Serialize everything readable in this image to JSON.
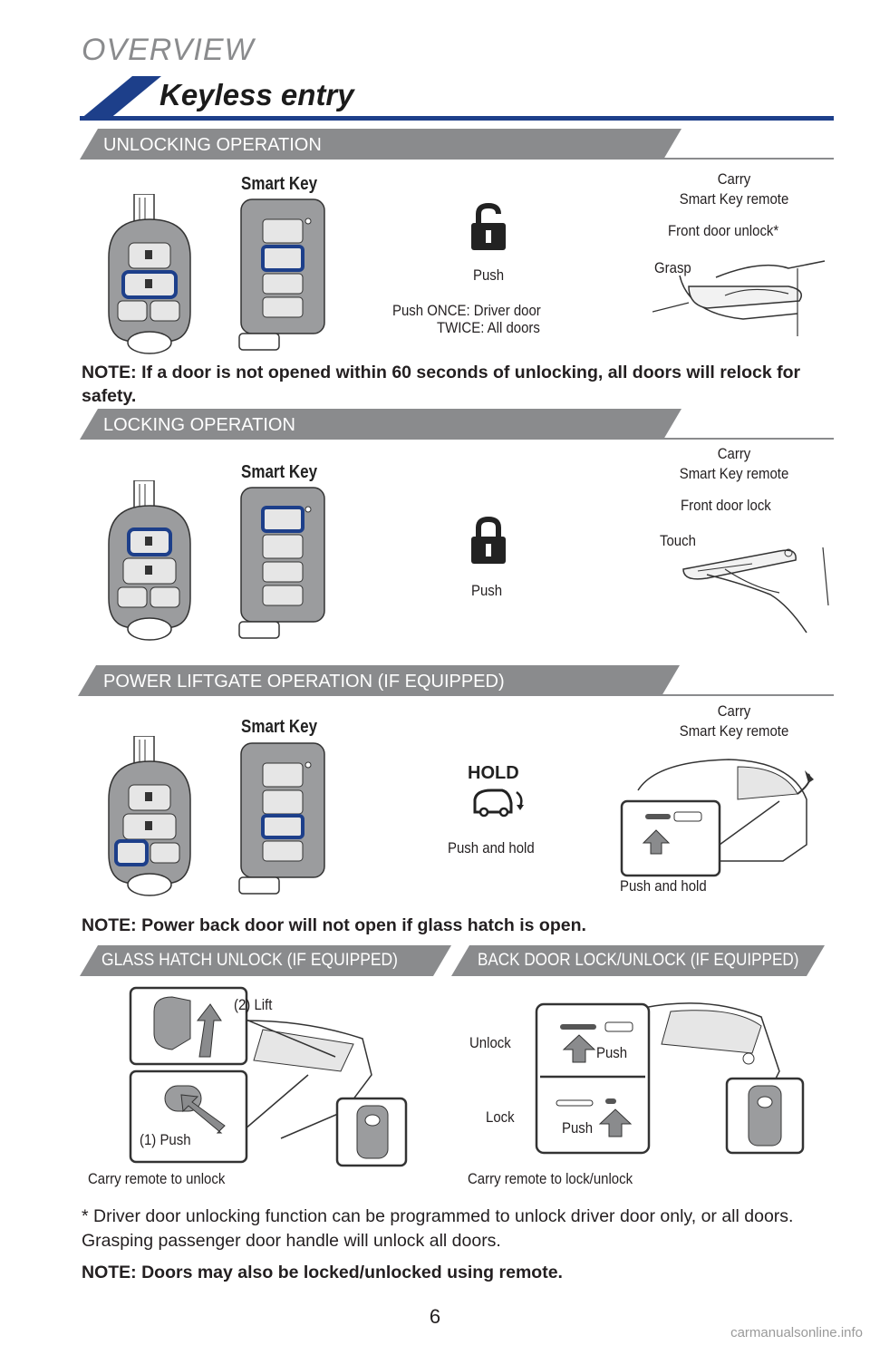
{
  "header": {
    "overview": "OVERVIEW",
    "title": "Keyless entry"
  },
  "sections": {
    "unlock": {
      "banner": "UNLOCKING OPERATION",
      "smart_key": "Smart Key",
      "push": "Push",
      "push_detail_1": "Push  ONCE: Driver door",
      "push_detail_2": "TWICE: All doors",
      "carry_1": "Carry",
      "carry_2": "Smart Key remote",
      "front_door": "Front door unlock*",
      "grasp": "Grasp"
    },
    "lock": {
      "banner": "LOCKING OPERATION",
      "smart_key": "Smart Key",
      "push": "Push",
      "carry_1": "Carry",
      "carry_2": "Smart Key remote",
      "front_door": "Front door lock",
      "touch": "Touch"
    },
    "liftgate": {
      "banner": "POWER LIFTGATE OPERATION (IF EQUIPPED)",
      "smart_key": "Smart Key",
      "hold": "HOLD",
      "push_hold": "Push and hold",
      "carry_1": "Carry",
      "carry_2": "Smart Key remote",
      "push_hold_2": "Push and hold"
    },
    "glass": {
      "banner": "GLASS HATCH UNLOCK (IF EQUIPPED)",
      "lift": "(2) Lift",
      "push": "(1) Push",
      "carry": "Carry remote to unlock"
    },
    "backdoor": {
      "banner": "BACK DOOR LOCK/UNLOCK (IF EQUIPPED)",
      "unlock": "Unlock",
      "lock": "Lock",
      "push_top": "Push",
      "push_bottom": "Push",
      "carry": "Carry remote to lock/unlock"
    }
  },
  "notes": {
    "note1": "NOTE: If a door is not opened within 60 seconds of unlocking, all doors will relock for safety.",
    "note2": "NOTE: Power back door will not open if glass hatch is open.",
    "footnote": "* Driver door unlocking function can be programmed to unlock driver door only, or all doors. Grasping passenger door handle will unlock all doors.",
    "note3": "NOTE: Doors may also be locked/unlocked using remote."
  },
  "page_number": "6",
  "watermark": "carmanualsonline.info",
  "colors": {
    "navy": "#1d3f8a",
    "banner_gray": "#8a8b8d",
    "key_gray": "#9b9c9e"
  }
}
